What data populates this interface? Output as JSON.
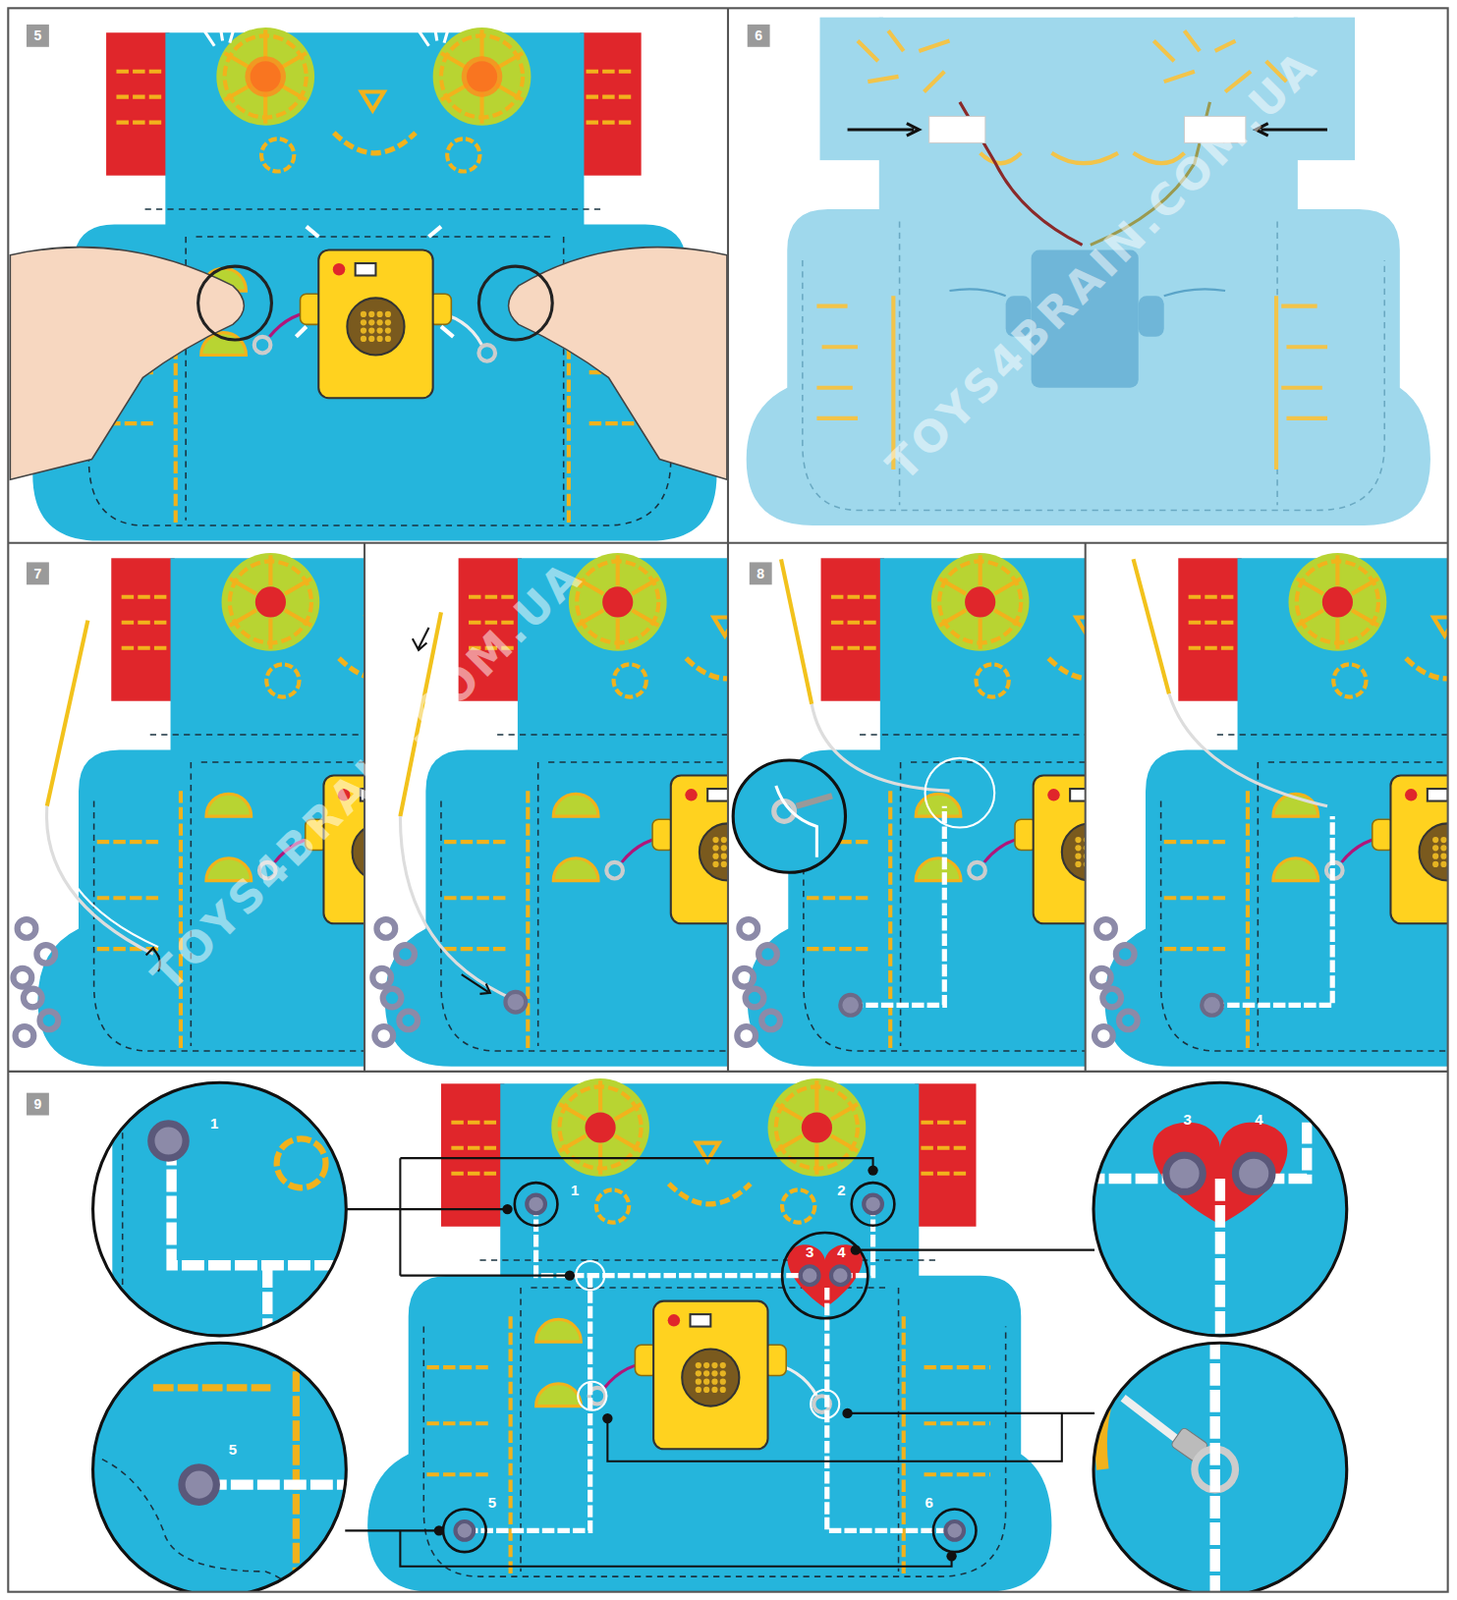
{
  "diagram": {
    "labels": [
      "5",
      "6",
      "7",
      "8",
      "9",
      "1",
      "1",
      "2",
      "3",
      "4",
      "3",
      "4",
      "5",
      "5",
      "6",
      "TOYS4BRAIN.COM.UA",
      "TOYS4BRAIN.COM.UA"
    ]
  }
}
